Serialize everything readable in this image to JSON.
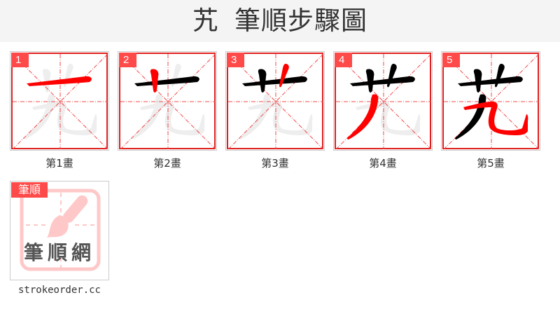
{
  "header": {
    "character": "艽",
    "title": "筆順步驟圖"
  },
  "colors": {
    "accent_red": "#e02020",
    "badge_red": "#ff4a4a",
    "guide_red": "#f0484a",
    "ghost_grey": "#eeeeee",
    "done_black": "#000000",
    "header_bg": "#f4f4f4",
    "logo_pink": "#ffc8c8"
  },
  "steps": [
    {
      "number": "1",
      "caption": "第1畫"
    },
    {
      "number": "2",
      "caption": "第2畫"
    },
    {
      "number": "3",
      "caption": "第3畫"
    },
    {
      "number": "4",
      "caption": "第4畫"
    },
    {
      "number": "5",
      "caption": "第5畫"
    }
  ],
  "logo": {
    "tag": "筆順",
    "brand_text": "筆順網",
    "site": "strokeorder.cc"
  }
}
